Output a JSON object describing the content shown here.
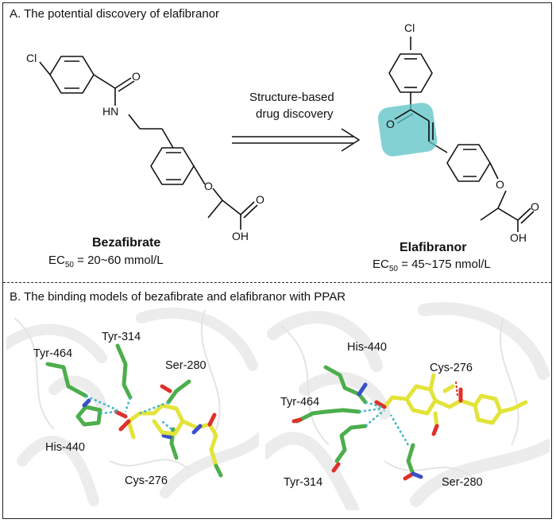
{
  "panel_a": {
    "title": "A. The potential discovery of elafibranor",
    "arrow_label_1": "Structure-based",
    "arrow_label_2": "drug discovery",
    "left_compound": {
      "name": "Bezafibrate",
      "ec_prefix": "EC",
      "ec_sub": "50",
      "ec_value": " = 20~60 mmol/L",
      "atoms": {
        "cl": "Cl",
        "o1": "O",
        "hn": "HN",
        "o2": "O",
        "o3": "O",
        "oh": "OH"
      }
    },
    "right_compound": {
      "name": "Elafibranor",
      "ec_prefix": "EC",
      "ec_sub": "50",
      "ec_value": " = 45~175 nmol/L",
      "atoms": {
        "cl": "Cl",
        "o1": "O",
        "o2": "O",
        "o3": "O",
        "oh": "OH"
      }
    },
    "highlight_color": "#5bc2c6"
  },
  "panel_b": {
    "title": "B. The binding models of bezafibrate and elafibranor with PPAR",
    "left_residues": [
      "Tyr-314",
      "Tyr-464",
      "Ser-280",
      "His-440",
      "Cys-276"
    ],
    "right_residues": [
      "His-440",
      "Cys-276",
      "Tyr-464",
      "Tyr-314",
      "Ser-280"
    ],
    "colors": {
      "protein": "#4cae4c",
      "ligand": "#e3e33a",
      "oxygen": "#e0302a",
      "nitrogen": "#3a50c8",
      "hbond": "#3fb6c9"
    }
  }
}
